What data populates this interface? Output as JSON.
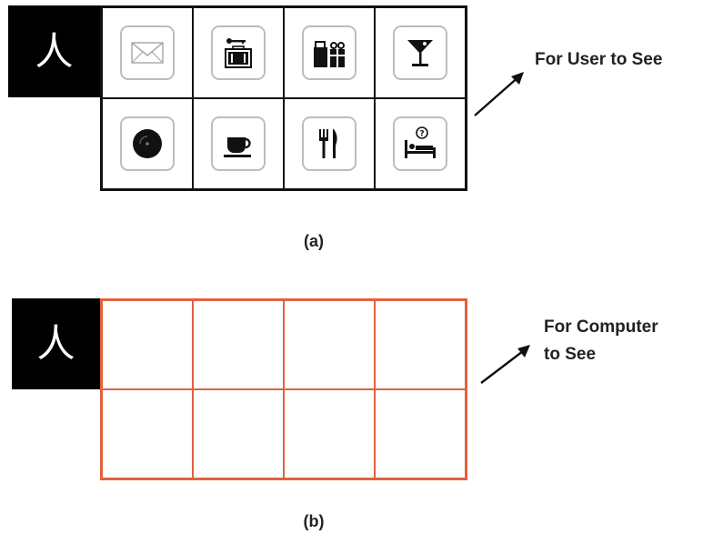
{
  "panel_a": {
    "tile_symbol": "人",
    "annotation": "For User to See",
    "caption": "(a)",
    "icons": [
      {
        "name": "envelope-icon"
      },
      {
        "name": "luggage-key-icon"
      },
      {
        "name": "gift-shopping-icon"
      },
      {
        "name": "cocktail-icon"
      },
      {
        "name": "disc-icon"
      },
      {
        "name": "coffee-cup-icon"
      },
      {
        "name": "fork-knife-icon"
      },
      {
        "name": "bed-question-icon"
      }
    ]
  },
  "panel_b": {
    "tile_symbol": "人",
    "annotation_line1": "For Computer",
    "annotation_line2": "to See",
    "caption": "(b)",
    "grid_color": "#e0623f"
  }
}
